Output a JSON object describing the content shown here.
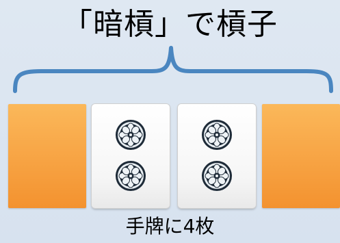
{
  "title": "「暗槓」で槓子",
  "caption": "手牌に4枚",
  "tiles": [
    {
      "kind": "back",
      "pips": 0
    },
    {
      "kind": "face",
      "suit": "pin",
      "pips": 2
    },
    {
      "kind": "face",
      "suit": "pin",
      "pips": 2
    },
    {
      "kind": "back",
      "pips": 0
    }
  ],
  "colors": {
    "background": "#dce6f1",
    "brace": "#4a86c0",
    "tile_back": "#f7a343",
    "tile_face": "#ffffff"
  }
}
